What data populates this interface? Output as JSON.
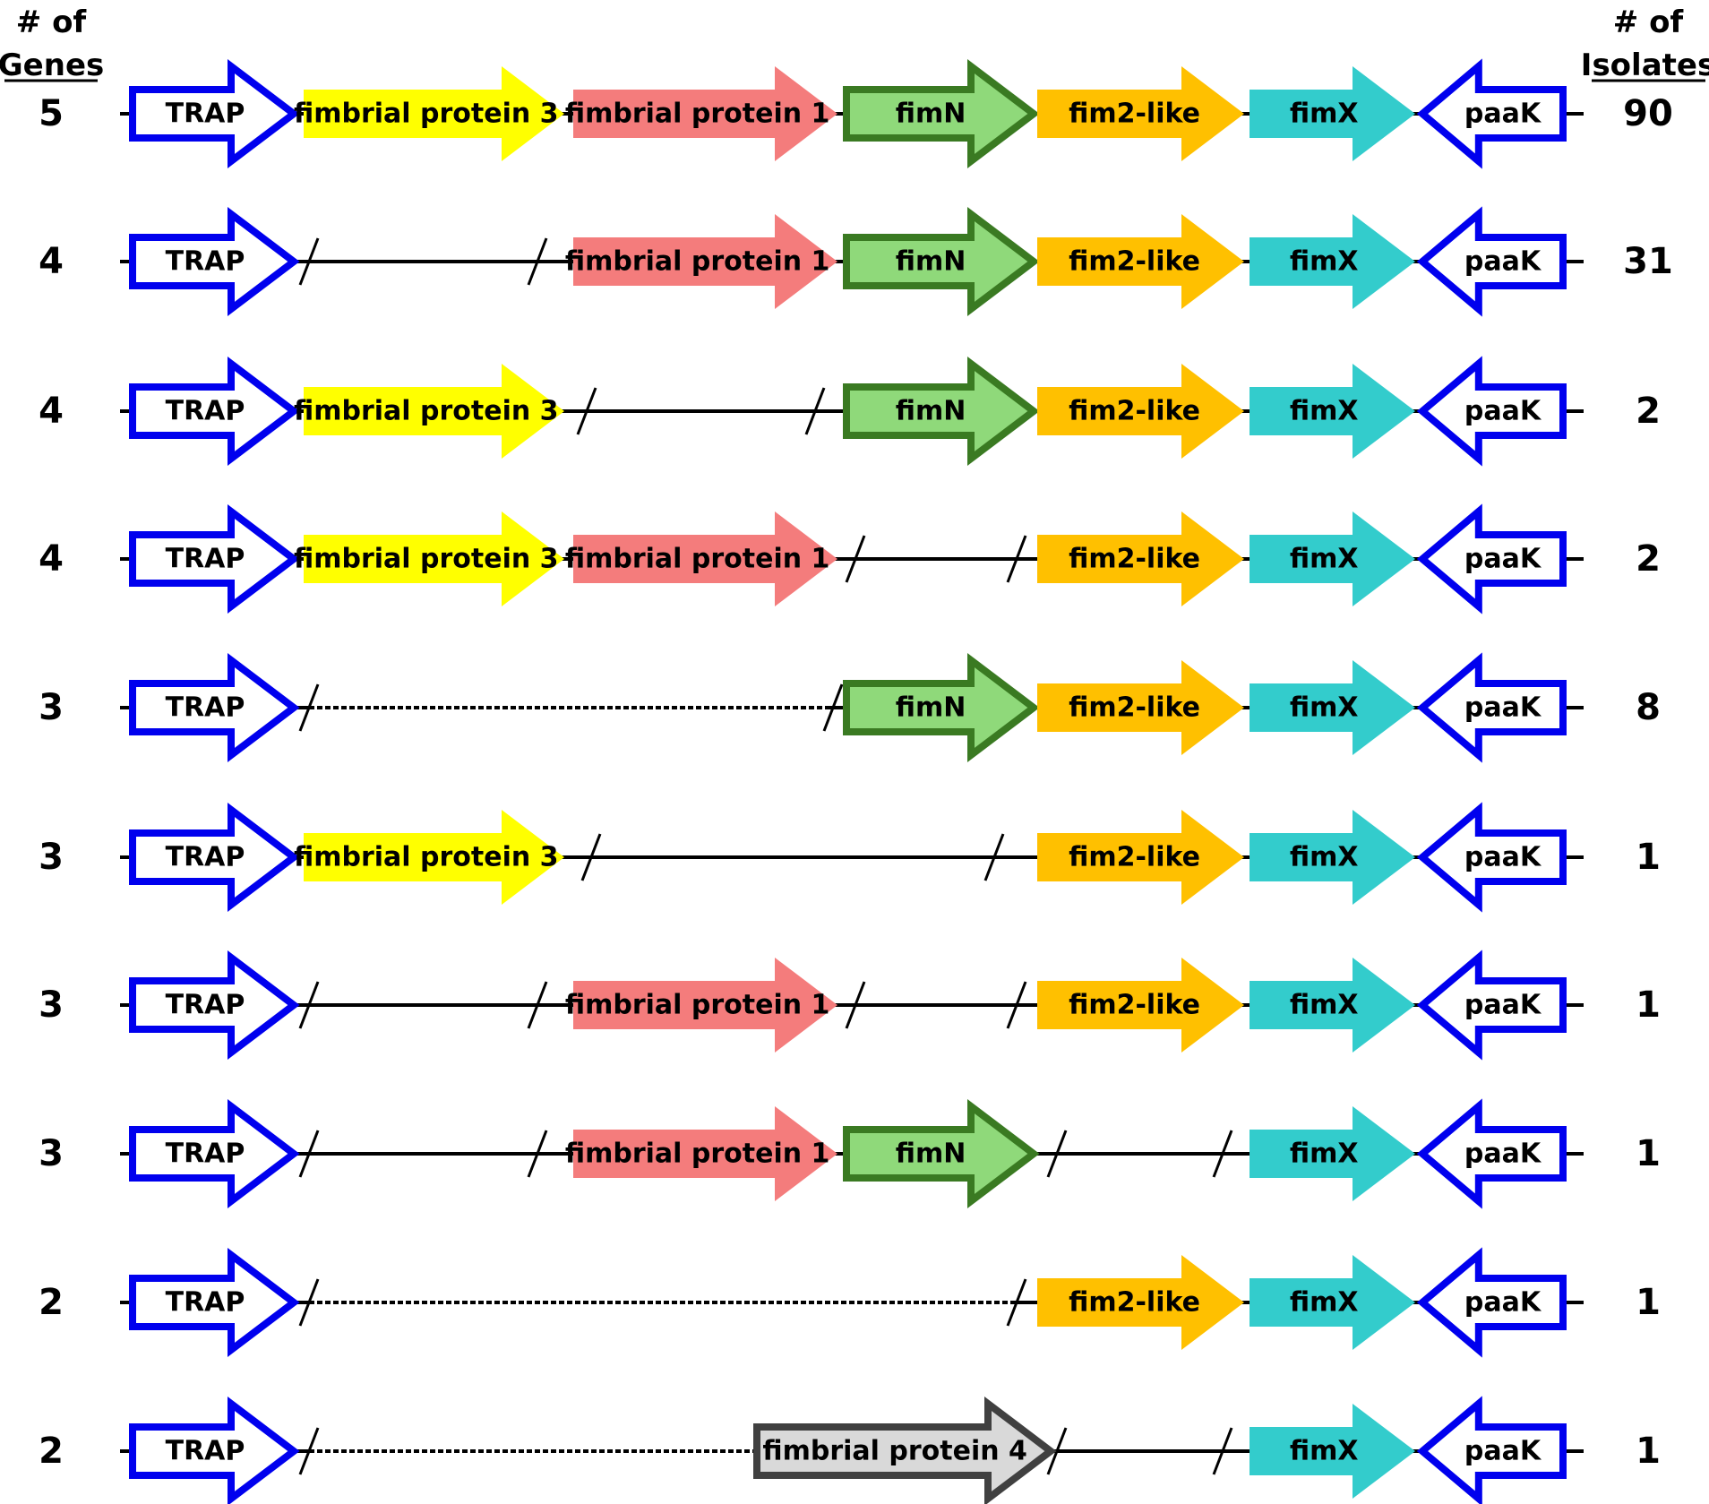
{
  "headers": {
    "left": {
      "line1": "# of",
      "line2": "Genes"
    },
    "right": {
      "line1": "# of",
      "line2": "Isolates"
    }
  },
  "genes": {
    "TRAP": {
      "label": "TRAP",
      "fill": "#ffffff",
      "stroke": "#0000ee",
      "direction": "forward",
      "outline": true
    },
    "fp3": {
      "label": "fimbrial protein 3",
      "fill": "#ffff00",
      "stroke": "none",
      "direction": "forward"
    },
    "fp1": {
      "label": "fimbrial protein 1",
      "fill": "#f47c7c",
      "stroke": "none",
      "direction": "forward"
    },
    "fimN": {
      "label": "fimN",
      "fill": "#8fd97a",
      "stroke": "#3a7a22",
      "direction": "forward",
      "outline": true
    },
    "fim2": {
      "label": "fim2-like",
      "fill": "#ffc000",
      "stroke": "none",
      "direction": "forward"
    },
    "fimX": {
      "label": "fimX",
      "fill": "#33cccc",
      "stroke": "none",
      "direction": "forward"
    },
    "paaK": {
      "label": "paaK",
      "fill": "#ffffff",
      "stroke": "#0000ee",
      "direction": "reverse",
      "outline": true
    },
    "fp4": {
      "label": "fimbrial protein 4",
      "fill": "#d9d9d9",
      "stroke": "#404040",
      "direction": "forward",
      "outline": true
    }
  },
  "rows": [
    {
      "genes_count": "5",
      "isolates": "90",
      "present": [
        "fp3",
        "fp1",
        "fimN",
        "fim2",
        "fimX"
      ],
      "gaps": []
    },
    {
      "genes_count": "4",
      "isolates": "31",
      "present": [
        "fp1",
        "fimN",
        "fim2",
        "fimX"
      ],
      "gaps": [
        "fp3"
      ]
    },
    {
      "genes_count": "4",
      "isolates": "2",
      "present": [
        "fp3",
        "fimN",
        "fim2",
        "fimX"
      ],
      "gaps": [
        "fp1"
      ]
    },
    {
      "genes_count": "4",
      "isolates": "2",
      "present": [
        "fp3",
        "fp1",
        "fim2",
        "fimX"
      ],
      "gaps": [
        "fimN"
      ]
    },
    {
      "genes_count": "3",
      "isolates": "8",
      "present": [
        "fimN",
        "fim2",
        "fimX"
      ],
      "gaps": [
        "fp3-fp1"
      ]
    },
    {
      "genes_count": "3",
      "isolates": "1",
      "present": [
        "fp3",
        "fim2",
        "fimX"
      ],
      "gaps": [
        "fp1-fimN"
      ]
    },
    {
      "genes_count": "3",
      "isolates": "1",
      "present": [
        "fp1",
        "fim2",
        "fimX"
      ],
      "gaps": [
        "fp3",
        "fimN"
      ]
    },
    {
      "genes_count": "3",
      "isolates": "1",
      "present": [
        "fp1",
        "fimN",
        "fimX"
      ],
      "gaps": [
        "fp3",
        "fim2"
      ]
    },
    {
      "genes_count": "2",
      "isolates": "1",
      "present": [
        "fim2",
        "fimX"
      ],
      "gaps": [
        "fp3-fimN"
      ]
    },
    {
      "genes_count": "2",
      "isolates": "1",
      "present": [
        "fp4",
        "fimX"
      ],
      "gaps": [
        "fp3-fp1",
        "fim2"
      ]
    }
  ]
}
